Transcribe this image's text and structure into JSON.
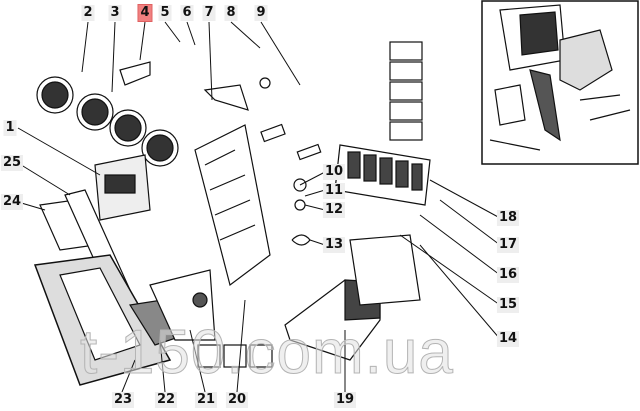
{
  "diagram": {
    "title": "Instrument panel exploded view",
    "highlighted_label": "4",
    "highlight_color": "#f08080",
    "labels": [
      "1",
      "2",
      "3",
      "4",
      "5",
      "6",
      "7",
      "8",
      "9",
      "10",
      "11",
      "12",
      "13",
      "14",
      "15",
      "16",
      "17",
      "18",
      "19",
      "20",
      "21",
      "22",
      "23",
      "24",
      "25"
    ],
    "watermark": "t-150.com.ua"
  }
}
